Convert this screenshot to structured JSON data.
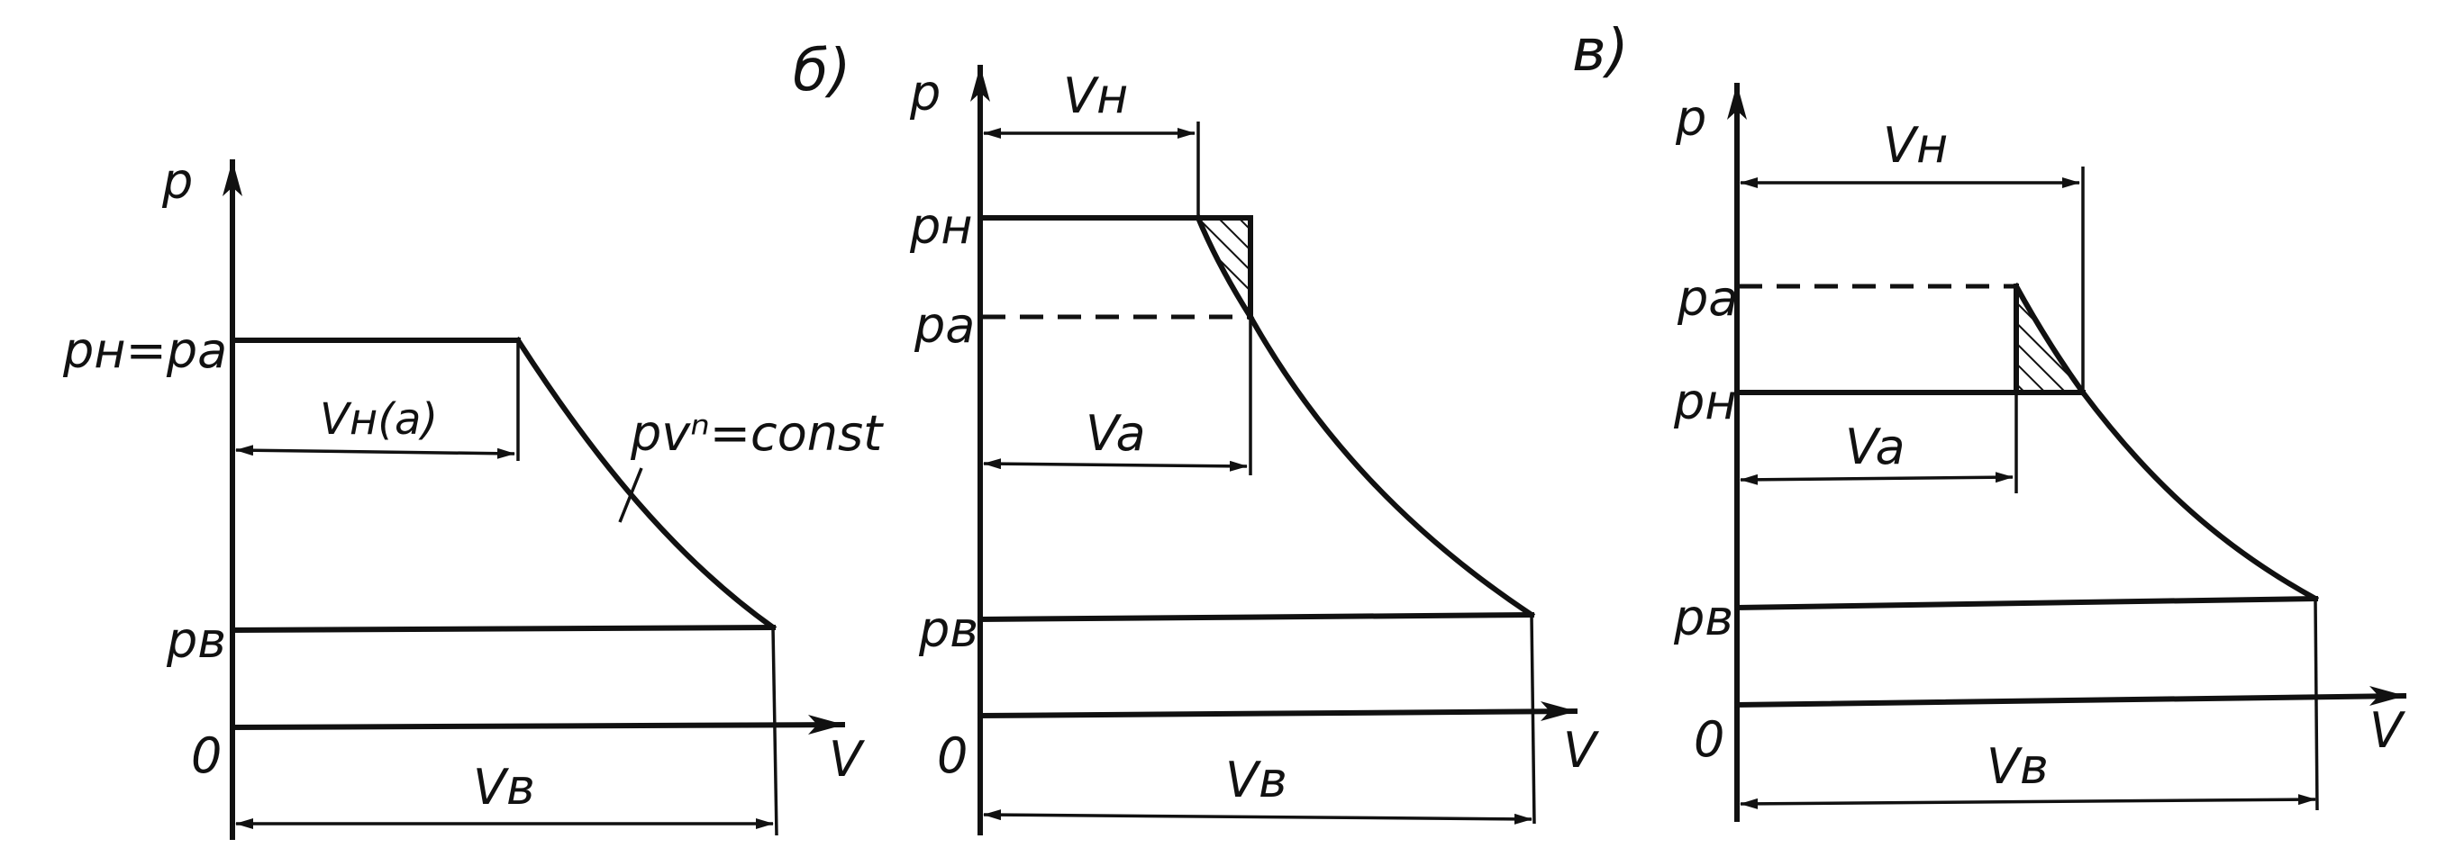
{
  "panel_b": {
    "letter": "б)"
  },
  "panel_c": {
    "letter": "в)"
  },
  "panel_a": {
    "p_axis": "p",
    "v_axis": "V",
    "origin": "0",
    "p_top": "pн=pa",
    "p_bottom": "pв",
    "v_top": "Vн(a)",
    "v_bottom": "Vв",
    "curve_label": "pvⁿ=const"
  },
  "panel_b_labels": {
    "p_axis": "p",
    "v_axis": "V",
    "origin": "0",
    "p_n": "pн",
    "p_a": "pa",
    "p_b": "pв",
    "v_n": "Vн",
    "v_a": "Va",
    "v_b": "Vв"
  },
  "panel_c_labels": {
    "p_axis": "p",
    "v_axis": "V",
    "origin": "0",
    "p_a": "pa",
    "p_n": "pн",
    "p_b": "pв",
    "v_n": "Vн",
    "v_a": "Va",
    "v_b": "Vв"
  },
  "colors": {
    "ink": "#111111",
    "paper": "#ffffff"
  }
}
